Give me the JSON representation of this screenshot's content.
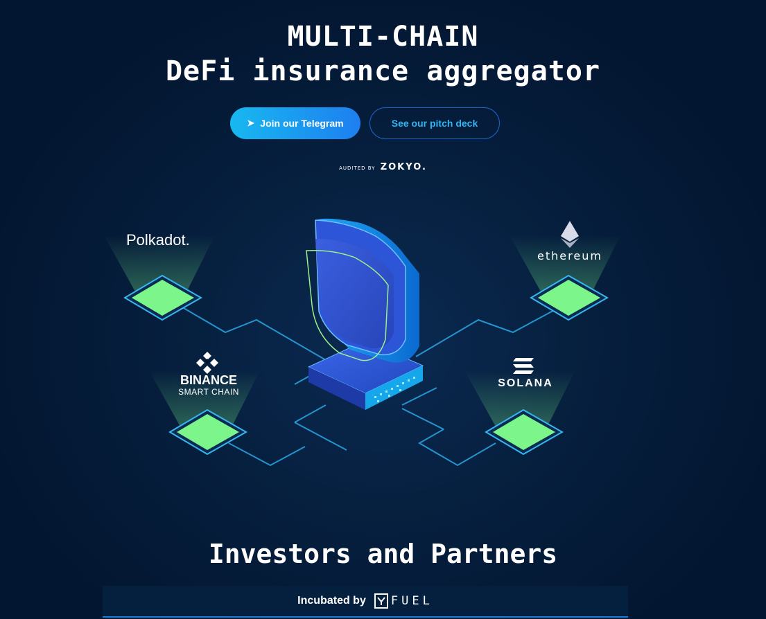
{
  "hero": {
    "title_line1": "MULTI-CHAIN",
    "title_line2": "DeFi insurance aggregator"
  },
  "buttons": {
    "telegram_label": "Join our Telegram",
    "pitch_label": "See our pitch deck"
  },
  "audit": {
    "prefix": "AUDITED BY",
    "brand": "ZOKYO."
  },
  "chains": {
    "polkadot": "Polkadot.",
    "ethereum": "ethereum",
    "binance_line1": "BINANCE",
    "binance_line2": "SMART CHAIN",
    "solana": "SOLANA"
  },
  "investors": {
    "title": "Investors and Partners",
    "incubated_label": "Incubated by",
    "fuel_word": "FUEL"
  },
  "colors": {
    "background": "#031631",
    "accent_cyan": "#2fb6f3",
    "node_green": "#7cf58a",
    "line_blue": "#2aa9e8"
  }
}
